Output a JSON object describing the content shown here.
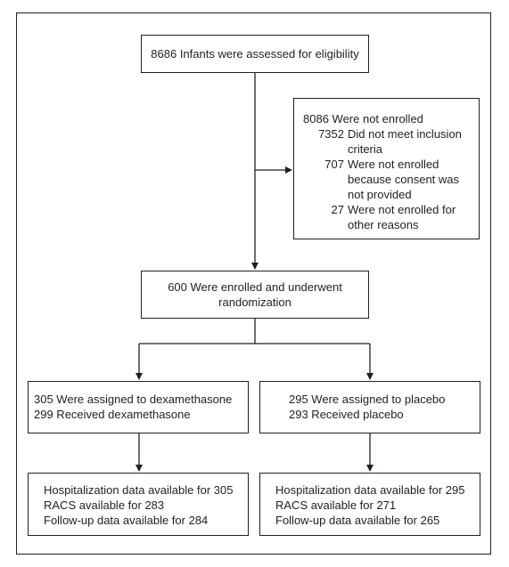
{
  "assessed": {
    "text": "8686 Infants were assessed for eligibility"
  },
  "not_enrolled": {
    "heading": "8086 Were not enrolled",
    "items": [
      {
        "count": "7352",
        "text": "Did not meet inclusion criteria"
      },
      {
        "count": "707",
        "text": "Were not enrolled because consent was not provided"
      },
      {
        "count": "27",
        "text": "Were not enrolled for other reasons"
      }
    ]
  },
  "enrolled": {
    "text": "600 Were enrolled and underwent randomization"
  },
  "dexamethasone": {
    "lines": [
      "305 Were assigned to dexamethasone",
      "299 Received dexamethasone"
    ]
  },
  "placebo": {
    "lines": [
      "295 Were assigned to placebo",
      "293 Received placebo"
    ]
  },
  "dexamethasone_outcomes": {
    "lines": [
      "Hospitalization data available for 305",
      "RACS available for 283",
      "Follow-up data available for 284"
    ]
  },
  "placebo_outcomes": {
    "lines": [
      "Hospitalization data available for 295",
      "RACS available for 271",
      "Follow-up data available for 265"
    ]
  }
}
